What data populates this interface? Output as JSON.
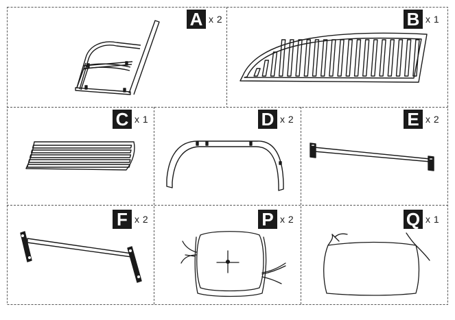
{
  "parts": [
    {
      "id": "A",
      "letter": "A",
      "qty": "x 2",
      "description": "Chair side frame"
    },
    {
      "id": "B",
      "letter": "B",
      "qty": "x 1",
      "description": "Slatted backrest"
    },
    {
      "id": "C",
      "letter": "C",
      "qty": "x 1",
      "description": "Slatted seat"
    },
    {
      "id": "D",
      "letter": "D",
      "qty": "x 2",
      "description": "Front/back arched leg frame"
    },
    {
      "id": "E",
      "letter": "E",
      "qty": "x 2",
      "description": "Cross bar"
    },
    {
      "id": "F",
      "letter": "F",
      "qty": "x 2",
      "description": "Brace bar"
    },
    {
      "id": "P",
      "letter": "P",
      "qty": "x 2",
      "description": "Seat cushion"
    },
    {
      "id": "Q",
      "letter": "Q",
      "qty": "x 1",
      "description": "Back cushion"
    }
  ],
  "colors": {
    "ink": "#1a1a1a",
    "paper": "#ffffff",
    "divider": "#555555"
  }
}
